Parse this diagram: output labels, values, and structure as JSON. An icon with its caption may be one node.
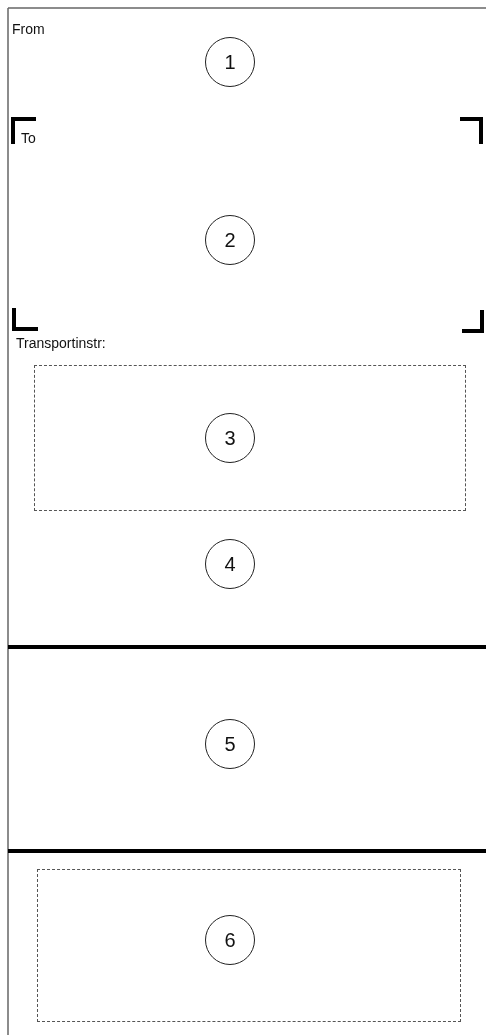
{
  "diagram": {
    "nodes": [
      {
        "text": [
          "1"
        ]
      },
      {
        "text": [
          "2"
        ]
      },
      {
        "text": [],
        "shape": "box"
      },
      {
        "text": [
          "3"
        ],
        "in": 2
      },
      {
        "text": [
          "4"
        ]
      },
      {
        "text": [
          "5"
        ]
      },
      {
        "text": [],
        "shape": "box"
      },
      {
        "text": [
          "6"
        ],
        "in": 6
      }
    ],
    "labels": [
      "From",
      "To",
      "Transportinstr:"
    ]
  }
}
